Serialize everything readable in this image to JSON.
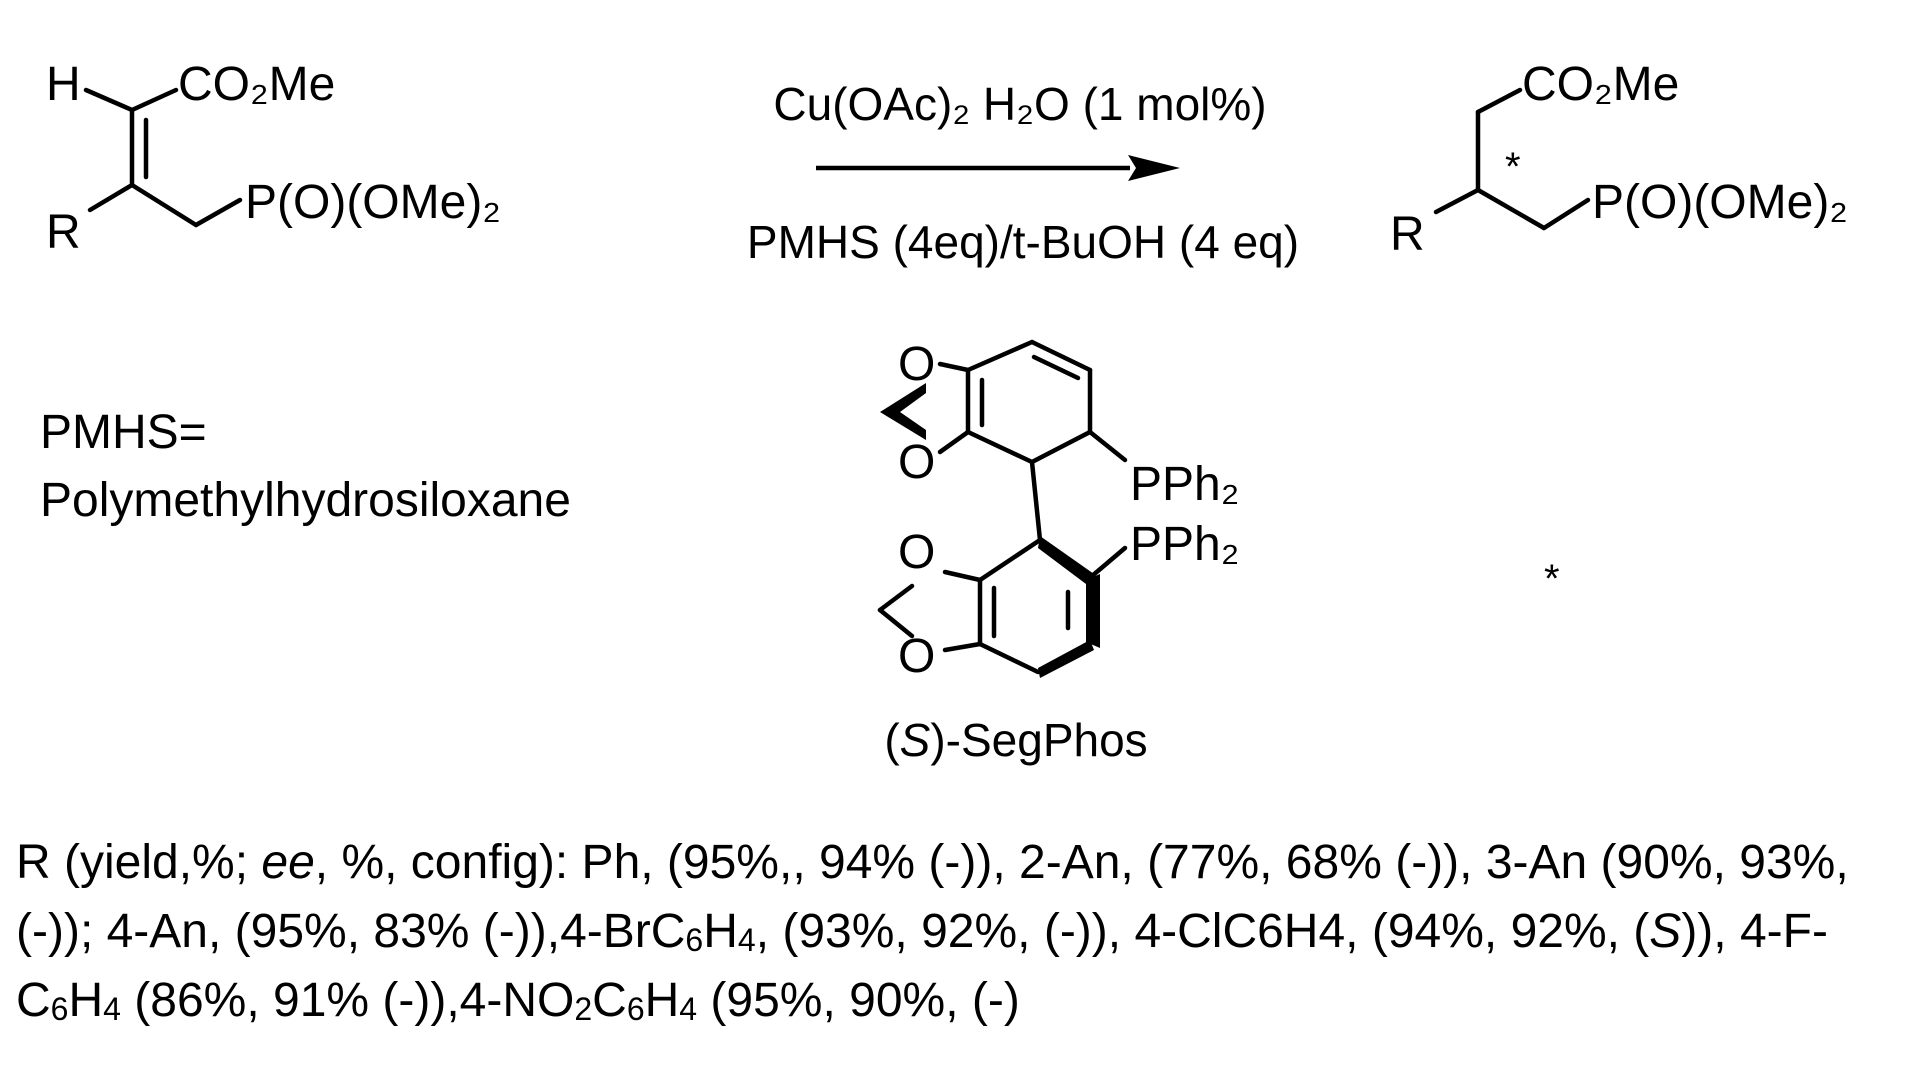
{
  "reactant": {
    "h_label": "H",
    "ester_label": "CO₂Me",
    "phosphonate_label": "P(O)(OMe)₂",
    "r_label": "R"
  },
  "conditions": {
    "catalyst": "Cu(OAc)₂ H₂O (1 mol%)",
    "reagents": "PMHS (4eq)/t-BuOH (4 eq)"
  },
  "product": {
    "ester_label": "CO₂Me",
    "stereocenter_mark": "*",
    "phosphonate_label": "P(O)(OMe)₂",
    "r_label": "R"
  },
  "definition": {
    "line1": "PMHS=",
    "line2": "Polymethylhydrosiloxane"
  },
  "ligand": {
    "o_label": "O",
    "pph2_label": "PPh₂",
    "name_prefix": "(",
    "name_italic": "S",
    "name_suffix": ")-SegPhos"
  },
  "stray_mark": "*",
  "results_note": {
    "segments": [
      {
        "text": "R (yield,%; ",
        "style": "normal"
      },
      {
        "text": "ee",
        "style": "italic"
      },
      {
        "text": ", %, config): Ph, (95%,, 94% (-)), 2-An, (77%, 68% (-)), 3-An (90%, 93%,(-)); 4-An, (95%, 83% (-)),4-BrC",
        "style": "normal"
      },
      {
        "text": "6",
        "style": "sub"
      },
      {
        "text": "H",
        "style": "normal"
      },
      {
        "text": "4",
        "style": "sub"
      },
      {
        "text": ", (93%, 92%, (-)), 4-ClC6H4, (94%, 92%, (",
        "style": "normal"
      },
      {
        "text": "S",
        "style": "italic"
      },
      {
        "text": ")), 4-F-C",
        "style": "normal"
      },
      {
        "text": "6",
        "style": "sub"
      },
      {
        "text": "H",
        "style": "normal"
      },
      {
        "text": "4",
        "style": "sub"
      },
      {
        "text": " (86%, 91% (-)),4-NO",
        "style": "normal"
      },
      {
        "text": "2",
        "style": "sub"
      },
      {
        "text": "C",
        "style": "normal"
      },
      {
        "text": "6",
        "style": "sub"
      },
      {
        "text": "H",
        "style": "normal"
      },
      {
        "text": "4",
        "style": "sub"
      },
      {
        "text": " (95%, 90%, (-)",
        "style": "normal"
      }
    ]
  }
}
